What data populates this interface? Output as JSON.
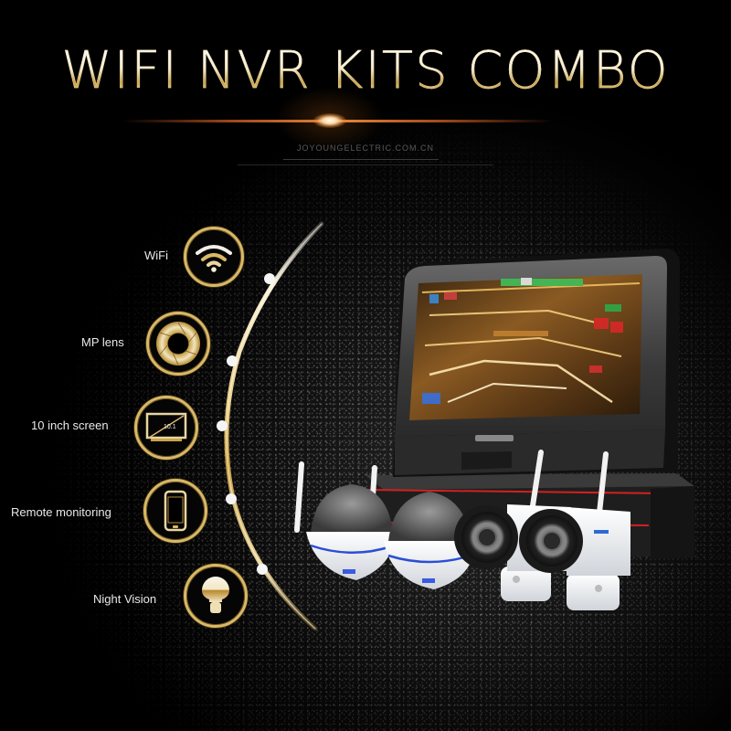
{
  "header": {
    "title": "WIFI NVR KITS COMBO",
    "subtitle": "JOYOUNGELECTRIC.COM.CN"
  },
  "features": [
    {
      "label": "WiFi",
      "icon": "wifi-icon"
    },
    {
      "label": "MP lens",
      "icon": "camera-aperture-icon"
    },
    {
      "label": "10 inch screen",
      "icon": "screen-icon",
      "icon_text": "10.1"
    },
    {
      "label": "Remote monitoring",
      "icon": "smartphone-icon"
    },
    {
      "label": "Night Vision",
      "icon": "light-bulb-icon"
    }
  ],
  "product": {
    "description": "NVR with 10 inch monitor, 2 wifi dome cameras and 2 wifi bullet cameras",
    "screen_content": "shopping mall surveillance view"
  },
  "colors": {
    "background": "#000000",
    "gold": "#d9b866",
    "gold_dark": "#8a6a22",
    "flare": "#e7873a",
    "camera_accent": "#2a4fd6",
    "nvr_accent": "#d42020"
  }
}
